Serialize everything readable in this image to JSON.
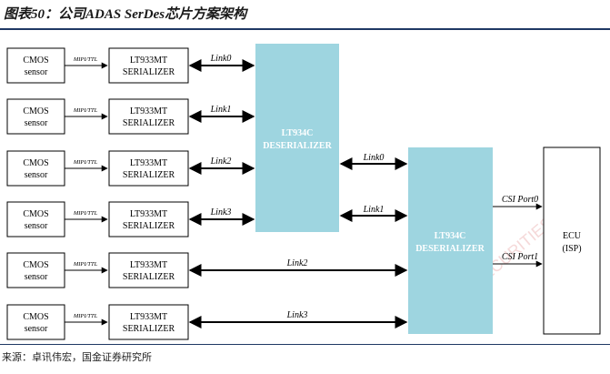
{
  "title": "图表50：公司ADAS SerDes芯片方案架构",
  "source": "来源：卓讯伟宏，国金证券研究所",
  "watermark": "GUOJIN SECURITIES",
  "colors": {
    "deser_fill": "#9ed5e0",
    "rule": "#1f3864",
    "box_stroke": "#000000"
  },
  "sensors": [
    {
      "line1": "CMOS",
      "line2": "sensor",
      "iface": "MIPI/TTL"
    },
    {
      "line1": "CMOS",
      "line2": "sensor",
      "iface": "MIPI/TTL"
    },
    {
      "line1": "CMOS",
      "line2": "sensor",
      "iface": "MIPI/TTL"
    },
    {
      "line1": "CMOS",
      "line2": "sensor",
      "iface": "MIPI/TTL"
    },
    {
      "line1": "CMOS",
      "line2": "sensor",
      "iface": "MIPI/TTL"
    },
    {
      "line1": "CMOS",
      "line2": "sensor",
      "iface": "MIPI/TTL"
    }
  ],
  "serializers": [
    {
      "line1": "LT933MT",
      "line2": "SERIALIZER",
      "link": "Link0"
    },
    {
      "line1": "LT933MT",
      "line2": "SERIALIZER",
      "link": "Link1"
    },
    {
      "line1": "LT933MT",
      "line2": "SERIALIZER",
      "link": "Link2"
    },
    {
      "line1": "LT933MT",
      "line2": "SERIALIZER",
      "link": "Link3"
    },
    {
      "line1": "LT933MT",
      "line2": "SERIALIZER",
      "link": "Link2"
    },
    {
      "line1": "LT933MT",
      "line2": "SERIALIZER",
      "link": "Link3"
    }
  ],
  "deser1": {
    "line1": "LT934C",
    "line2": "DESERIALIZER"
  },
  "deser2": {
    "line1": "LT934C",
    "line2": "DESERIALIZER"
  },
  "deser_links": [
    "Link0",
    "Link1"
  ],
  "csi_ports": [
    "CSI Port0",
    "CSI Port1"
  ],
  "ecu": {
    "line1": "ECU",
    "line2": "(ISP)"
  }
}
